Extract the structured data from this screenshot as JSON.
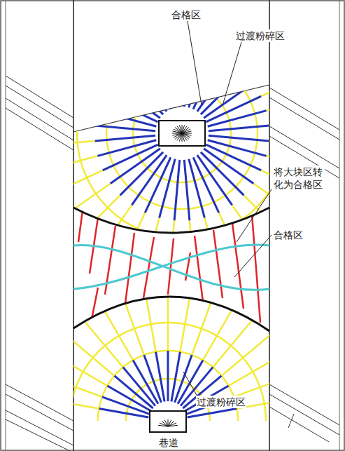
{
  "diagram": {
    "labels": [
      "合格区",
      "过渡粉碎区",
      "将大块区转化为合格区",
      "合格区",
      "过渡粉碎区",
      "巷道"
    ]
  }
}
